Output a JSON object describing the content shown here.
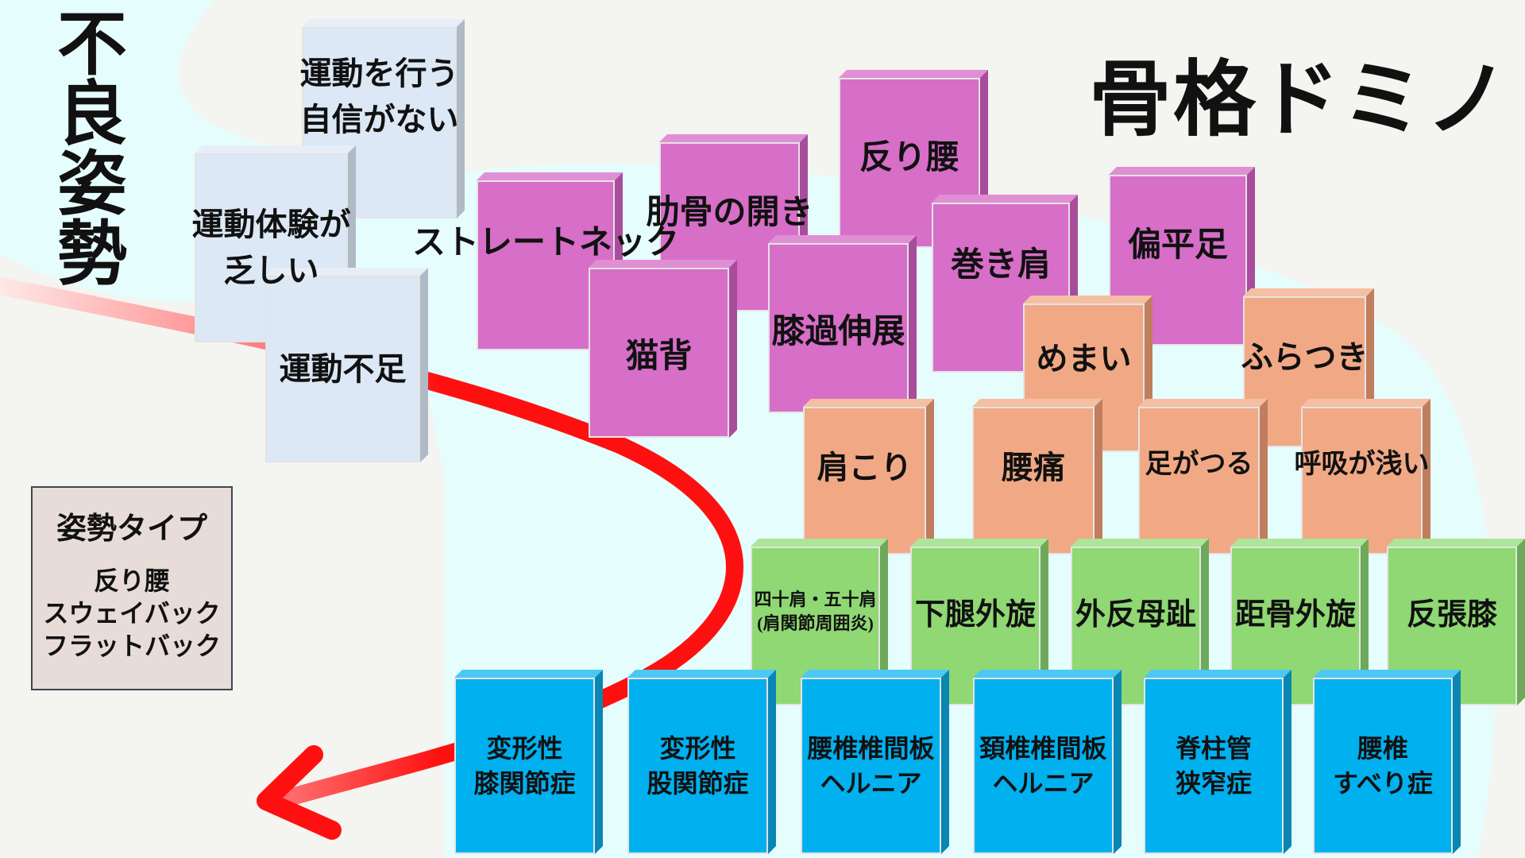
{
  "title": "骨格ドミノ",
  "side_title": [
    "不",
    "良",
    "姿",
    "勢"
  ],
  "legend": {
    "title": "姿勢タイプ",
    "items": [
      "反り腰",
      "スウェイバック",
      "フラットバック"
    ]
  },
  "lifestyle": [
    {
      "lines": [
        "運動を行う",
        "自信がない"
      ]
    },
    {
      "lines": [
        "運動体験が",
        "乏しい"
      ]
    },
    {
      "lines": [
        "運動不足"
      ]
    }
  ],
  "posture": [
    {
      "lines": [
        "ストレートネック"
      ]
    },
    {
      "lines": [
        "肋骨の開き"
      ]
    },
    {
      "lines": [
        "反り腰"
      ]
    },
    {
      "lines": [
        "猫背"
      ]
    },
    {
      "lines": [
        "膝過伸展"
      ]
    },
    {
      "lines": [
        "巻き肩"
      ]
    },
    {
      "lines": [
        "偏平足"
      ]
    }
  ],
  "symptoms": [
    {
      "lines": [
        "めまい"
      ]
    },
    {
      "lines": [
        "ふらつき"
      ]
    },
    {
      "lines": [
        "肩こり"
      ]
    },
    {
      "lines": [
        "腰痛"
      ]
    },
    {
      "lines": [
        "足がつる"
      ]
    },
    {
      "lines": [
        "呼吸が浅い"
      ]
    }
  ],
  "alignment": [
    {
      "lines": [
        "四十肩・五十肩",
        "(肩関節周囲炎)"
      ]
    },
    {
      "lines": [
        "下腿外旋"
      ]
    },
    {
      "lines": [
        "外反母趾"
      ]
    },
    {
      "lines": [
        "距骨外旋"
      ]
    },
    {
      "lines": [
        "反張膝"
      ]
    }
  ],
  "diseases": [
    {
      "lines": [
        "変形性",
        "膝関節症"
      ]
    },
    {
      "lines": [
        "変形性",
        "股関節症"
      ]
    },
    {
      "lines": [
        "腰椎椎間板",
        "ヘルニア"
      ]
    },
    {
      "lines": [
        "頚椎椎間板",
        "ヘルニア"
      ]
    },
    {
      "lines": [
        "脊柱管",
        "狭窄症"
      ]
    },
    {
      "lines": [
        "腰椎",
        "すべり症"
      ]
    }
  ],
  "colors": {
    "arrow": "#ff1a1a",
    "lifestyle": "#dce8f5",
    "posture": "#d76ec8",
    "symptoms": "#f1a985",
    "alignment": "#8fd873",
    "diseases": "#00b0ef"
  }
}
